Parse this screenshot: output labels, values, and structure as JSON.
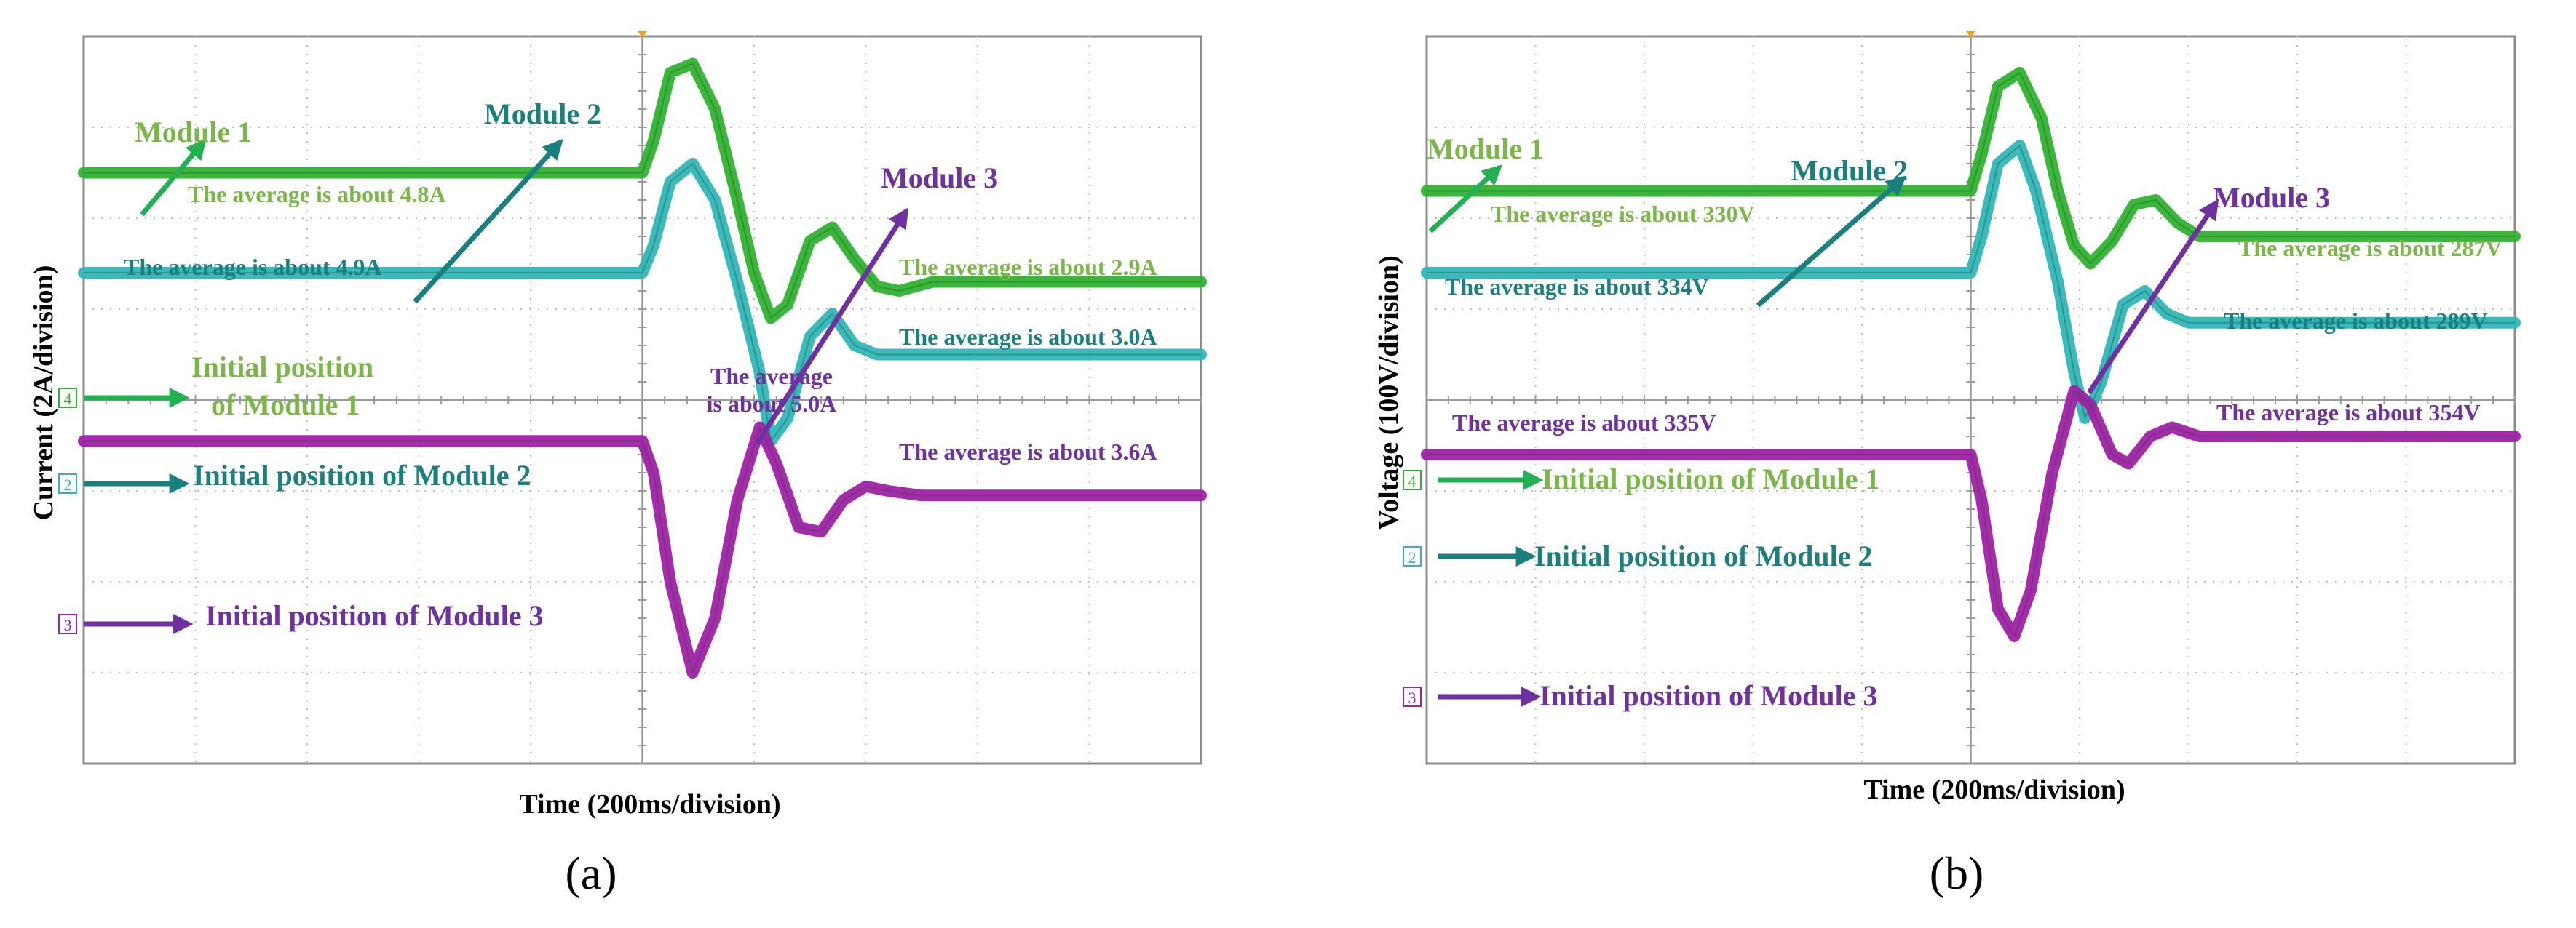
{
  "colors": {
    "module1": "#2fb32f",
    "module1_label": "#7ab648",
    "module2": "#2fb6b8",
    "module2_label": "#1a7f7f",
    "module3": "#a020a8",
    "module3_label": "#7030a0",
    "arrow1": "#22b050",
    "arrow2": "#1a7f7f",
    "arrow3": "#7030a0",
    "grid": "#bdbdbd",
    "frame": "#8c8c8c"
  },
  "chart_data": [
    {
      "type": "line",
      "panel_label": "(a)",
      "xlabel": "Time (200ms/division)",
      "ylabel": "Current (2A/division)",
      "x_divisions": 10,
      "y_divisions": 8,
      "xlim": [
        0,
        10
      ],
      "ylim": [
        -4,
        4
      ],
      "series": [
        {
          "name": "Module 1",
          "color_key": "module1",
          "y0": 2.5,
          "y1": 1.2,
          "t0": 5.0,
          "t1": 6.35,
          "points": [
            [
              0,
              2.5
            ],
            [
              5.0,
              2.5
            ],
            [
              5.1,
              2.85
            ],
            [
              5.25,
              3.6
            ],
            [
              5.45,
              3.7
            ],
            [
              5.65,
              3.2
            ],
            [
              5.85,
              2.2
            ],
            [
              6.0,
              1.4
            ],
            [
              6.15,
              0.9
            ],
            [
              6.3,
              1.05
            ],
            [
              6.5,
              1.75
            ],
            [
              6.7,
              1.9
            ],
            [
              6.9,
              1.55
            ],
            [
              7.1,
              1.25
            ],
            [
              7.3,
              1.2
            ],
            [
              7.6,
              1.3
            ],
            [
              7.9,
              1.3
            ],
            [
              10,
              1.3
            ]
          ]
        },
        {
          "name": "Module 2",
          "color_key": "module2",
          "y0": 1.4,
          "y1": 0.5,
          "t0": 5.0,
          "t1": 6.35,
          "points": [
            [
              0,
              1.4
            ],
            [
              5.0,
              1.4
            ],
            [
              5.1,
              1.7
            ],
            [
              5.25,
              2.4
            ],
            [
              5.45,
              2.6
            ],
            [
              5.65,
              2.2
            ],
            [
              5.85,
              1.3
            ],
            [
              6.05,
              0.3
            ],
            [
              6.15,
              -0.45
            ],
            [
              6.3,
              -0.2
            ],
            [
              6.5,
              0.7
            ],
            [
              6.7,
              0.95
            ],
            [
              6.9,
              0.6
            ],
            [
              7.1,
              0.5
            ],
            [
              7.4,
              0.5
            ],
            [
              10,
              0.5
            ]
          ]
        },
        {
          "name": "Module 3",
          "color_key": "module3",
          "y0": -0.45,
          "y1": -1.05,
          "t0": 5.0,
          "t1": 6.35,
          "points": [
            [
              0,
              -0.45
            ],
            [
              5.0,
              -0.45
            ],
            [
              5.1,
              -0.8
            ],
            [
              5.25,
              -2.0
            ],
            [
              5.45,
              -3.0
            ],
            [
              5.65,
              -2.4
            ],
            [
              5.85,
              -1.1
            ],
            [
              6.05,
              -0.3
            ],
            [
              6.2,
              -0.7
            ],
            [
              6.4,
              -1.4
            ],
            [
              6.6,
              -1.45
            ],
            [
              6.8,
              -1.1
            ],
            [
              7.0,
              -0.95
            ],
            [
              7.2,
              -1.0
            ],
            [
              7.5,
              -1.05
            ],
            [
              10,
              -1.05
            ]
          ]
        }
      ],
      "annotations": [
        {
          "text": "Module 1",
          "color_key": "module1_label",
          "size": 40
        },
        {
          "text": "Module 2",
          "color_key": "module2_label",
          "size": 40
        },
        {
          "text": "Module 3",
          "color_key": "module3_label",
          "size": 40
        },
        {
          "text": "The average is about 4.8A",
          "color_key": "module1_label",
          "size": 32
        },
        {
          "text": "The average is about 4.9A",
          "color_key": "module2_label",
          "size": 32
        },
        {
          "text": "The average is about 2.9A",
          "color_key": "module1_label",
          "size": 32
        },
        {
          "text": "The average is about 3.0A",
          "color_key": "module2_label",
          "size": 32
        },
        {
          "text": "The average",
          "color_key": "module3_label",
          "size": 32
        },
        {
          "text": "is about 5.0A",
          "color_key": "module3_label",
          "size": 32
        },
        {
          "text": "The average is about 3.6A",
          "color_key": "module3_label",
          "size": 32
        },
        {
          "text": "Initial position",
          "color_key": "module1_label",
          "size": 40
        },
        {
          "text": "of Module 1",
          "color_key": "module1_label",
          "size": 40
        },
        {
          "text": "Initial position of Module 2",
          "color_key": "module2_label",
          "size": 40
        },
        {
          "text": "Initial position of Module 3",
          "color_key": "module3_label",
          "size": 40
        }
      ],
      "markers": [
        {
          "text": "4",
          "color_key": "module1"
        },
        {
          "text": "2",
          "color_key": "module2"
        },
        {
          "text": "3",
          "color_key": "module3"
        }
      ]
    },
    {
      "type": "line",
      "panel_label": "(b)",
      "xlabel": "Time (200ms/division)",
      "ylabel": "Voltage (100V/division)",
      "x_divisions": 10,
      "y_divisions": 8,
      "xlim": [
        0,
        10
      ],
      "ylim": [
        -4,
        4
      ],
      "series": [
        {
          "name": "Module 1",
          "color_key": "module1",
          "y0": 2.3,
          "y1": 1.8,
          "t0": 0,
          "t1": 0,
          "points": [
            [
              0,
              2.3
            ],
            [
              5.0,
              2.3
            ],
            [
              5.1,
              2.7
            ],
            [
              5.25,
              3.45
            ],
            [
              5.45,
              3.6
            ],
            [
              5.65,
              3.1
            ],
            [
              5.8,
              2.3
            ],
            [
              5.95,
              1.7
            ],
            [
              6.1,
              1.5
            ],
            [
              6.3,
              1.75
            ],
            [
              6.5,
              2.15
            ],
            [
              6.7,
              2.2
            ],
            [
              6.9,
              1.95
            ],
            [
              7.1,
              1.8
            ],
            [
              7.4,
              1.8
            ],
            [
              10,
              1.8
            ]
          ]
        },
        {
          "name": "Module 2",
          "color_key": "module2",
          "y0": 1.4,
          "y1": 0.85,
          "t0": 0,
          "t1": 0,
          "points": [
            [
              0,
              1.4
            ],
            [
              5.0,
              1.4
            ],
            [
              5.1,
              1.8
            ],
            [
              5.25,
              2.6
            ],
            [
              5.45,
              2.8
            ],
            [
              5.6,
              2.3
            ],
            [
              5.8,
              1.3
            ],
            [
              5.95,
              0.3
            ],
            [
              6.05,
              -0.2
            ],
            [
              6.2,
              0.2
            ],
            [
              6.4,
              1.05
            ],
            [
              6.6,
              1.2
            ],
            [
              6.8,
              0.95
            ],
            [
              7.0,
              0.85
            ],
            [
              7.4,
              0.85
            ],
            [
              10,
              0.85
            ]
          ]
        },
        {
          "name": "Module 3",
          "color_key": "module3",
          "y0": -0.6,
          "y1": -0.4,
          "t0": 0,
          "t1": 0,
          "points": [
            [
              0,
              -0.6
            ],
            [
              5.0,
              -0.6
            ],
            [
              5.1,
              -1.1
            ],
            [
              5.25,
              -2.3
            ],
            [
              5.4,
              -2.6
            ],
            [
              5.55,
              -2.1
            ],
            [
              5.75,
              -0.8
            ],
            [
              5.95,
              0.1
            ],
            [
              6.1,
              -0.05
            ],
            [
              6.3,
              -0.6
            ],
            [
              6.45,
              -0.7
            ],
            [
              6.65,
              -0.4
            ],
            [
              6.85,
              -0.3
            ],
            [
              7.1,
              -0.4
            ],
            [
              7.4,
              -0.4
            ],
            [
              10,
              -0.4
            ]
          ]
        }
      ],
      "annotations": [
        {
          "text": "Module 1",
          "color_key": "module1_label",
          "size": 40
        },
        {
          "text": "Module 2",
          "color_key": "module2_label",
          "size": 40
        },
        {
          "text": "Module 3",
          "color_key": "module3_label",
          "size": 40
        },
        {
          "text": "The average is about 330V",
          "color_key": "module1_label",
          "size": 32
        },
        {
          "text": "The average is about 334V",
          "color_key": "module2_label",
          "size": 32
        },
        {
          "text": "The average is about 287V",
          "color_key": "module1_label",
          "size": 32
        },
        {
          "text": "The average is about 289V",
          "color_key": "module2_label",
          "size": 32
        },
        {
          "text": "The average is about 335V",
          "color_key": "module3_label",
          "size": 32
        },
        {
          "text": "The average is about 354V",
          "color_key": "module3_label",
          "size": 32
        },
        {
          "text": "Initial position of Module 1",
          "color_key": "module1_label",
          "size": 40
        },
        {
          "text": "Initial position of Module 2",
          "color_key": "module2_label",
          "size": 40
        },
        {
          "text": "Initial position of Module 3",
          "color_key": "module3_label",
          "size": 40
        }
      ],
      "markers": [
        {
          "text": "4",
          "color_key": "module1"
        },
        {
          "text": "2",
          "color_key": "module2"
        },
        {
          "text": "3",
          "color_key": "module3"
        }
      ]
    }
  ]
}
